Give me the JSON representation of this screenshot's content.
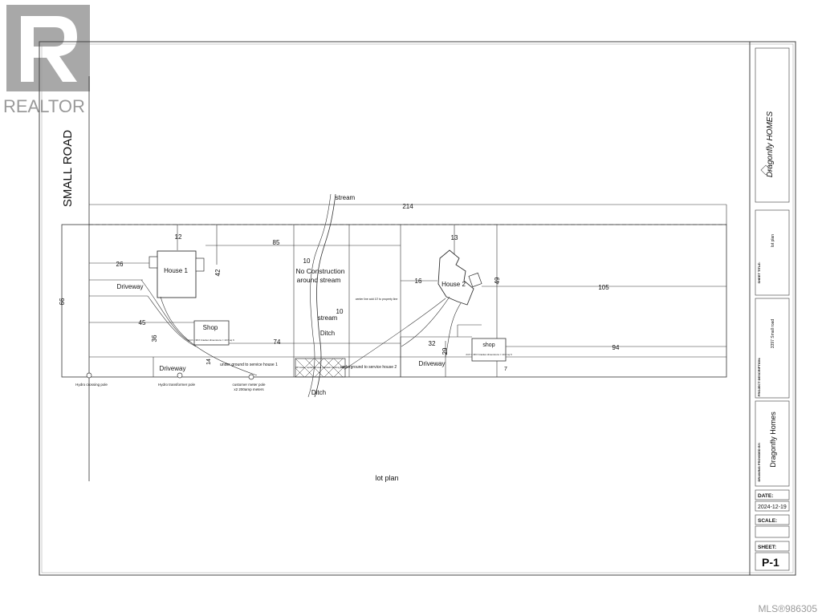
{
  "brand": {
    "realtor_label": "REALTOR",
    "mls_label": "MLS®986305",
    "colors": {
      "watermark": "#a8a8a8",
      "line": "#222222"
    }
  },
  "plan": {
    "road_label": "SMALL ROAD",
    "caption": "lot plan",
    "stream_label": "stream",
    "stream_mid_label": "stream",
    "ditch_label": "Ditch",
    "ditch_bottom_label": "Ditch",
    "no_construction_line1": "No Construction",
    "no_construction_line2": "around stream",
    "house1_label": "House 1",
    "house2_label": "House 2",
    "shop1_label": "Shop",
    "shop1_note": "24 ft x 38 ft bracket dimensions = 10 ft sq ft",
    "shop2_label": "shop",
    "shop2_note": "24 ft x 38 ft bracket dimensions = 10 ft sq ft",
    "driveway1_label": "Driveway",
    "driveway2_label": "Driveway",
    "driveway3_label": "Driveway",
    "underground1": "under ground to service house 1",
    "underground2": "underground to service house 2",
    "dp_note": "DP Area - replanted and maintain existing path",
    "center_note": "center line add 10' to property line",
    "hydro_crossing": "Hydro crossing pole",
    "hydro_transformer": "Hydro transformer pole",
    "customer_meter1": "customer meter pole",
    "customer_meter2": "x2  200amp  meters",
    "dims": {
      "d214": "214",
      "d66": "66",
      "d12": "12",
      "d85": "85",
      "d26": "26",
      "d42": "42",
      "d45": "45",
      "d36": "36",
      "d74": "74",
      "d10a": "10",
      "d10b": "10",
      "d16": "16",
      "d13": "13",
      "d49": "49",
      "d105": "105",
      "d32": "32",
      "d29": "29",
      "d94": "94",
      "d7": "7",
      "d14": "14"
    }
  },
  "title_block": {
    "company_logo_text": "Dragonfly HOMES",
    "sheet_title_label": "SHEET TITLE:",
    "sheet_title_value": "lot plan",
    "project_label": "PROJECT DESCRIPTION:",
    "project_value": "3397 Small road",
    "drawn_by_label": "DRAWING PROVIDED BY:",
    "drawn_by_value": "Dragonfly Homes",
    "date_label": "DATE:",
    "date_value": "2024-12-19",
    "scale_label": "SCALE:",
    "scale_value": "",
    "sheet_label": "SHEET:",
    "sheet_value": "P-1"
  }
}
